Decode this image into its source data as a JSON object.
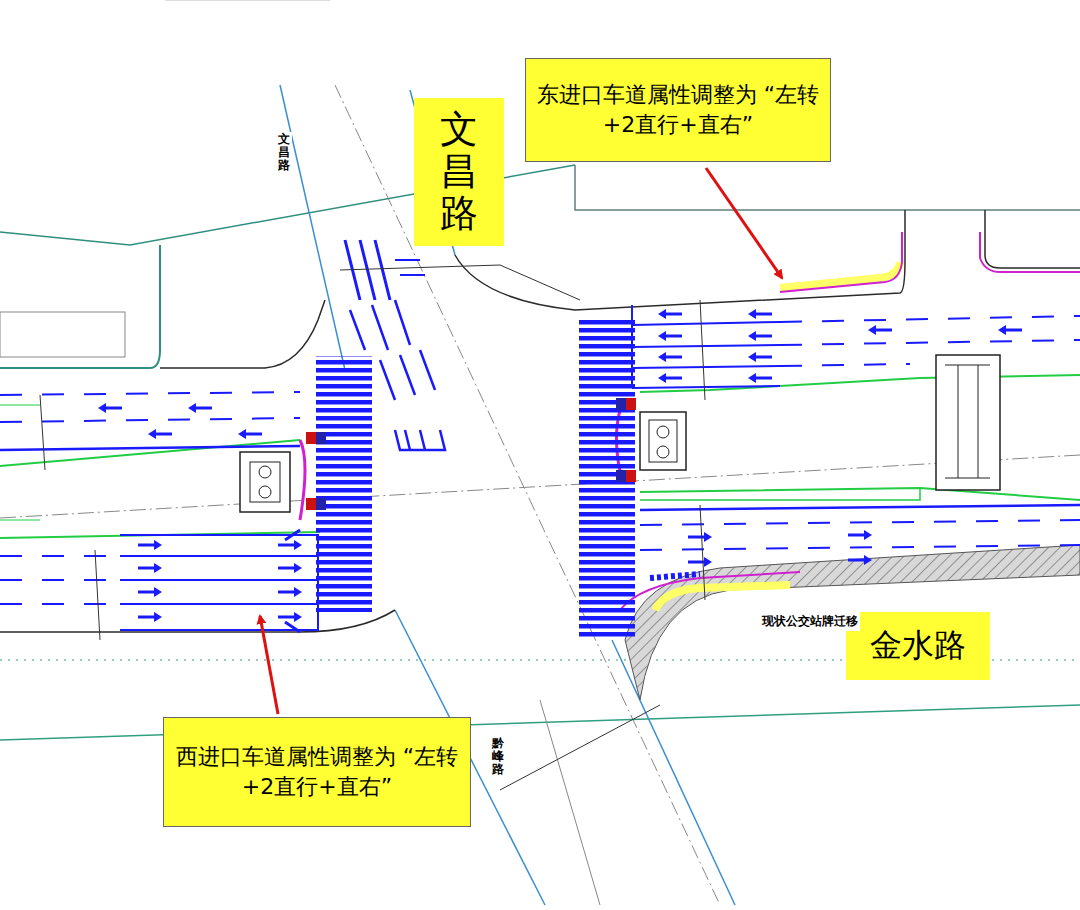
{
  "diagram": {
    "nodes": [
      {
        "text": [
          "东进口车道属性调整为 “左转+2直行+直右”"
        ]
      },
      {
        "text": [
          "文昌路"
        ]
      },
      {
        "text": [
          "金水路"
        ]
      },
      {
        "text": [
          "西进口车道属性调整为 “左转+2直行+直右”"
        ]
      }
    ],
    "labels": [
      "文昌路",
      "现状公交站牌迁移",
      "黔峰路"
    ]
  }
}
